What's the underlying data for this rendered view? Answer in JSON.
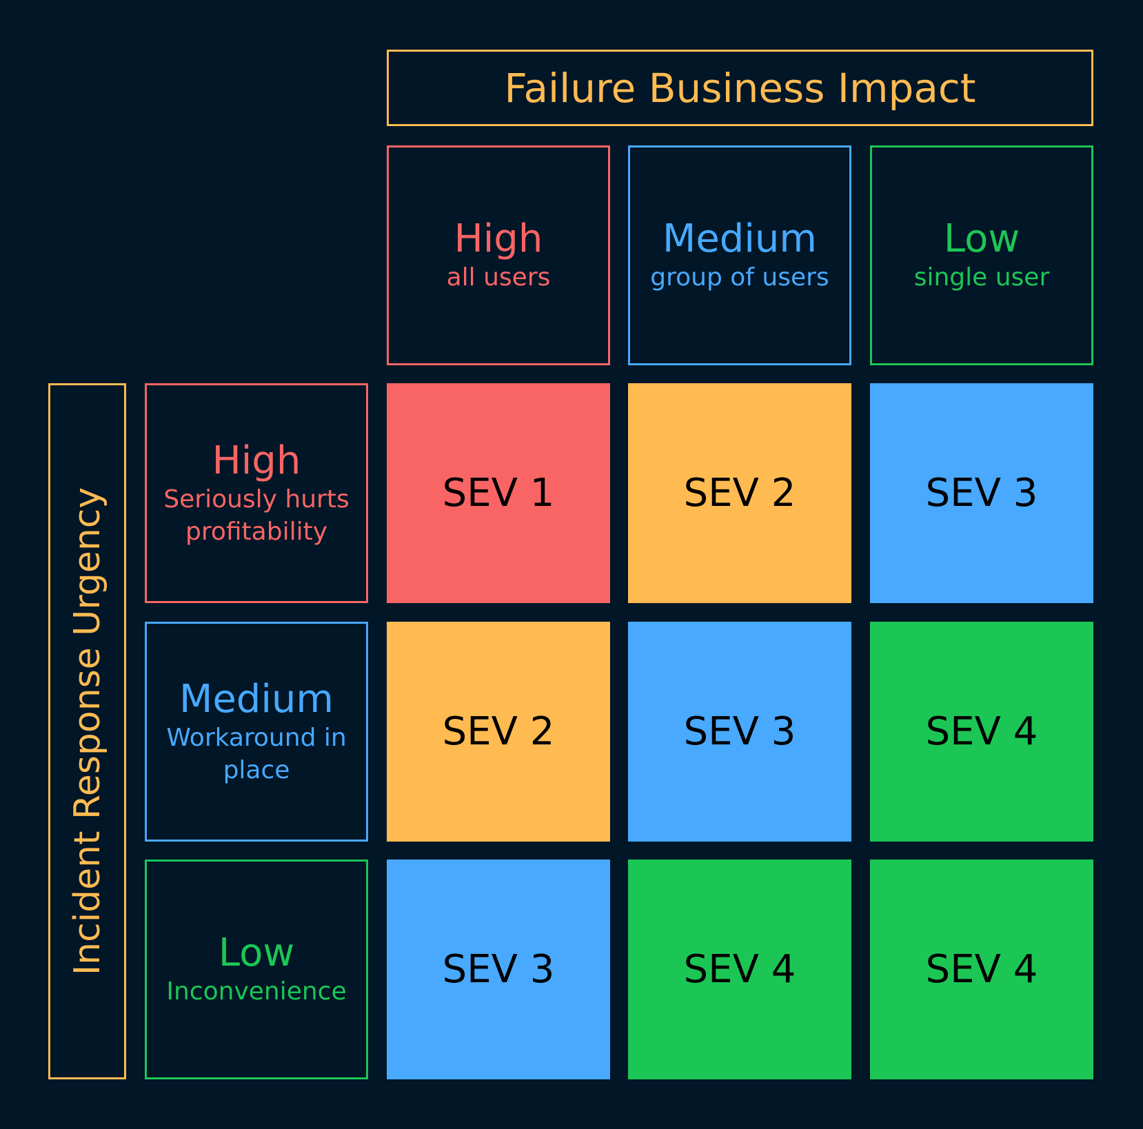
{
  "colors": {
    "background": "#011627",
    "accent": "#FFBB52",
    "high": "#F96565",
    "medium": "#48A9FF",
    "low": "#1CC655",
    "cell_text": "#000000"
  },
  "impact_title": "Failure Business Impact",
  "urgency_title": "Incident Response Urgency",
  "impact_levels": [
    {
      "level": "High",
      "description": "all users"
    },
    {
      "level": "Medium",
      "description": "group of users"
    },
    {
      "level": "Low",
      "description": "single user"
    }
  ],
  "urgency_levels": [
    {
      "level": "High",
      "description": "Seriously hurts profitability"
    },
    {
      "level": "Medium",
      "description": "Workaround in place"
    },
    {
      "level": "Low",
      "description": "Inconvenience"
    }
  ],
  "matrix": [
    [
      {
        "label": "SEV 1"
      },
      {
        "label": "SEV 2"
      },
      {
        "label": "SEV 3"
      }
    ],
    [
      {
        "label": "SEV 2"
      },
      {
        "label": "SEV 3"
      },
      {
        "label": "SEV 4"
      }
    ],
    [
      {
        "label": "SEV 3"
      },
      {
        "label": "SEV 4"
      },
      {
        "label": "SEV 4"
      }
    ]
  ]
}
